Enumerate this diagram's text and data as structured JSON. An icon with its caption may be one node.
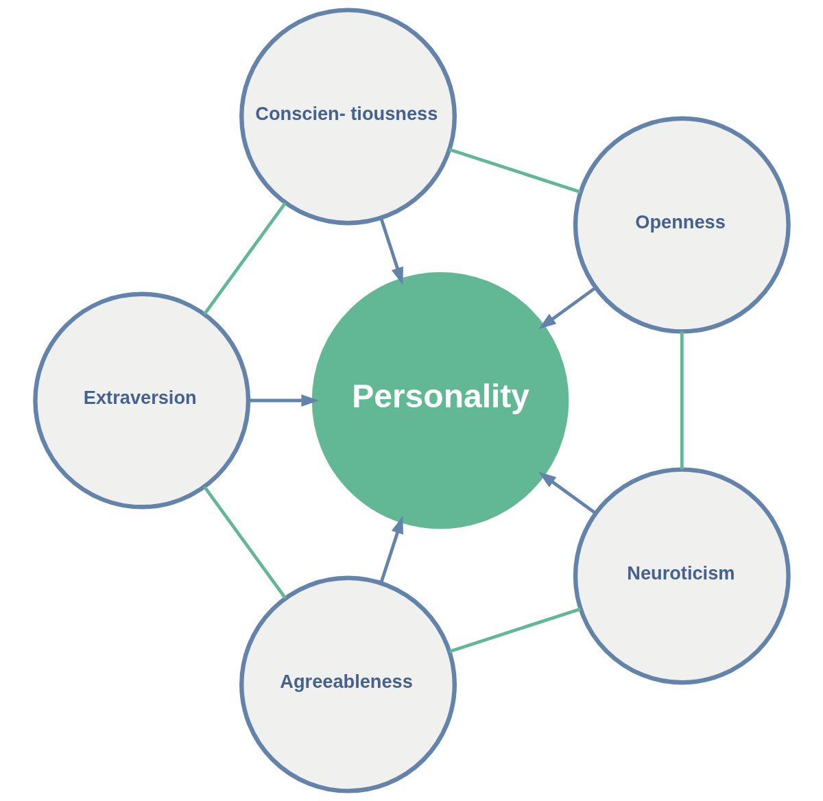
{
  "diagram": {
    "nodes": [
      {
        "text": [
          "Openness"
        ]
      },
      {
        "text": [
          "Neuroticism"
        ]
      },
      {
        "text": [
          "Conscien- tiousness"
        ]
      },
      {
        "text": [
          "Personality"
        ]
      },
      {
        "text": [
          "Agreeableness"
        ]
      },
      {
        "text": [
          "Extraversion"
        ]
      }
    ],
    "edges": [
      {
        "from": 0,
        "to": 2,
        "arrow": "none",
        "color": "#62b795"
      },
      {
        "from": 2,
        "to": 5,
        "arrow": "none",
        "color": "#62b795"
      },
      {
        "from": 5,
        "to": 4,
        "arrow": "none",
        "color": "#62b795"
      },
      {
        "from": 4,
        "to": 1,
        "arrow": "none",
        "color": "#62b795"
      },
      {
        "from": 1,
        "to": 0,
        "arrow": "none",
        "color": "#62b795"
      },
      {
        "from": 0,
        "to": 3,
        "arrow": "to"
      },
      {
        "from": 2,
        "to": 3,
        "arrow": "to"
      },
      {
        "from": 5,
        "to": 3,
        "arrow": "to"
      },
      {
        "from": 4,
        "to": 3,
        "arrow": "to"
      },
      {
        "from": 1,
        "to": 3,
        "arrow": "to"
      }
    ]
  }
}
